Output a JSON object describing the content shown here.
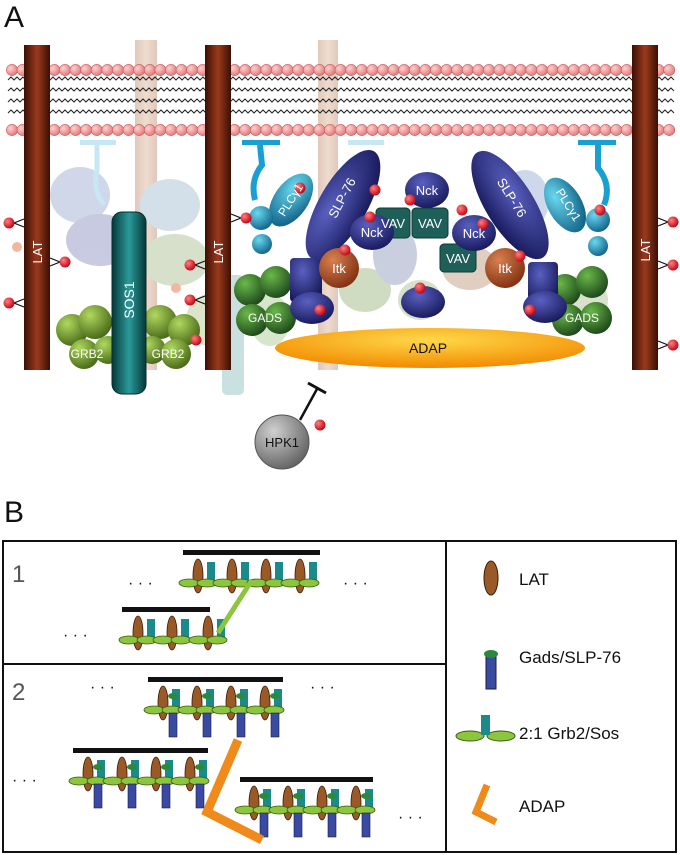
{
  "panels": {
    "a": {
      "letter": "A"
    },
    "b": {
      "letter": "B"
    }
  },
  "panel_a": {
    "labels": {
      "lat_left": "LAT",
      "lat_mid": "LAT",
      "lat_right": "LAT",
      "sos1": "SOS1",
      "grb2_a": "GRB2",
      "grb2_b": "GRB2",
      "slp76_left": "SLP-76",
      "slp76_right": "SLP-76",
      "plcg_left": "PLCγ1",
      "plcg_right": "PLCγ1",
      "nck_1": "Nck",
      "nck_2": "Nck",
      "nck_3": "Nck",
      "vav_1": "VAV",
      "vav_2": "VAV",
      "vav_3": "VAV",
      "itk_left": "Itk",
      "itk_right": "Itk",
      "gads_left": "GADS",
      "gads_right": "GADS",
      "adap": "ADAP",
      "hpk1": "HPK1"
    }
  },
  "panel_b": {
    "row_numbers": [
      "1",
      "2"
    ],
    "dots": "· · ·",
    "legend": [
      {
        "label": "LAT",
        "icon": "lat-icon"
      },
      {
        "label": "Gads/SLP-76",
        "icon": "gads-slp76-icon"
      },
      {
        "label": "2:1 Grb2/Sos",
        "icon": "grb2-sos-icon"
      },
      {
        "label": "ADAP",
        "icon": "adap-icon"
      }
    ]
  },
  "colors": {
    "lat": "#5a1a0a",
    "membrane_head": "#f09a9a",
    "slp76": "#1c1f66",
    "gads": "#1f5a1f",
    "grb2": "#4d7a1c",
    "sos1": "#0f5a5a",
    "plcg": "#1a7aa0",
    "vav": "#1f5a55",
    "itk": "#8a3a17",
    "adap": "#f7a800",
    "adap_stroke": "#f08a1a",
    "phospho": "#d8101a",
    "hpk1": "#7a7a7a"
  }
}
